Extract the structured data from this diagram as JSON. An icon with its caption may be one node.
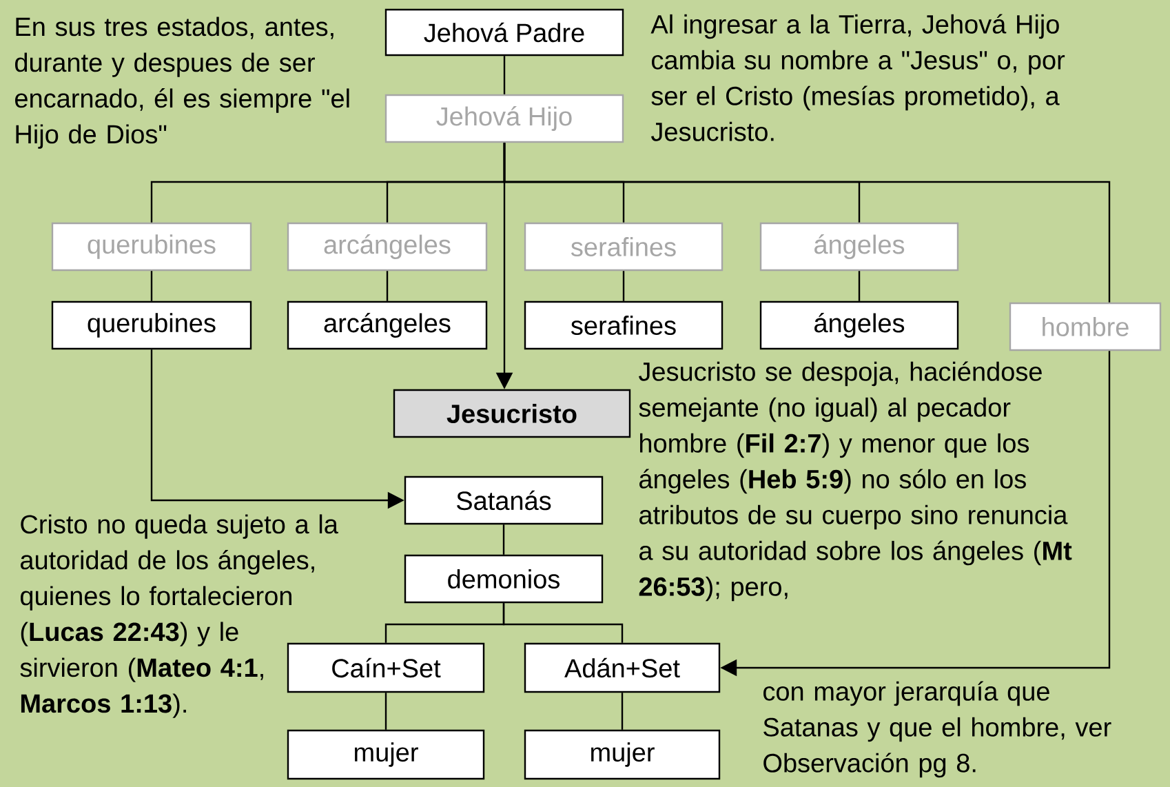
{
  "diagram": {
    "nodes": [
      {
        "text": [
          "Jehová Padre"
        ]
      },
      {
        "text": [
          "Jehová Hijo"
        ]
      },
      {
        "text": [
          "querubines"
        ]
      },
      {
        "text": [
          "arcángeles"
        ]
      },
      {
        "text": [
          "serafines"
        ]
      },
      {
        "text": [
          "ángeles"
        ]
      },
      {
        "text": [
          "querubines"
        ]
      },
      {
        "text": [
          "arcángeles"
        ]
      },
      {
        "text": [
          "serafines"
        ]
      },
      {
        "text": [
          "ángeles"
        ]
      },
      {
        "text": [
          "hombre"
        ]
      },
      {
        "text": [
          "Jesucristo"
        ]
      },
      {
        "text": [
          "Satanás"
        ]
      },
      {
        "text": [
          "demonios"
        ]
      },
      {
        "text": [
          "Caín+Set"
        ]
      },
      {
        "text": [
          "Adán+Set"
        ]
      },
      {
        "text": [
          "mujer"
        ]
      },
      {
        "text": [
          "mujer"
        ]
      }
    ],
    "edges": [
      {
        "from": 0,
        "to": 1,
        "arrow": "none"
      },
      {
        "from": 1,
        "to": 2,
        "arrow": "none"
      },
      {
        "from": 1,
        "to": 3,
        "arrow": "none"
      },
      {
        "from": 1,
        "to": 4,
        "arrow": "none"
      },
      {
        "from": 1,
        "to": 5,
        "arrow": "none"
      },
      {
        "from": 1,
        "to": 10,
        "arrow": "none"
      },
      {
        "from": 1,
        "to": 11,
        "arrow": "to"
      },
      {
        "from": 2,
        "to": 6,
        "arrow": "none"
      },
      {
        "from": 3,
        "to": 7,
        "arrow": "none"
      },
      {
        "from": 4,
        "to": 8,
        "arrow": "none"
      },
      {
        "from": 5,
        "to": 9,
        "arrow": "none"
      },
      {
        "from": 6,
        "to": 12,
        "arrow": "to"
      },
      {
        "from": 12,
        "to": 13,
        "arrow": "none"
      },
      {
        "from": 13,
        "to": 14,
        "arrow": "none"
      },
      {
        "from": 13,
        "to": 15,
        "arrow": "none"
      },
      {
        "from": 14,
        "to": 16,
        "arrow": "none"
      },
      {
        "from": 15,
        "to": 17,
        "arrow": "none"
      },
      {
        "from": 10,
        "to": 15,
        "arrow": "to"
      }
    ],
    "labels": [
      "En sus tres estados, antes, durante y despues de ser encarnado, él es siempre \"el Hijo de Dios\"",
      "Al ingresar a la Tierra, Jehová Hijo cambia su nombre a \"Jesus\" o, por ser el Cristo (mesías prometido), a Jesucristo.",
      "Jesucristo se despoja, haciéndose semejante (no igual) al pecador hombre (**Fil 2:7**) y menor que los ángeles (**Heb 5:9**) no sólo en los atributos de su cuerpo sino renuncia a su autoridad sobre los ángeles (**Mt 26:53**); pero,",
      "con mayor jerarquía que Satanas y que el hombre, ver Observación pg 8.",
      "Cristo no queda sujeto a la autoridad de los ángeles, quienes lo fortalecieron (**Lucas 22:43**) y le sirvieron (**Mateo 4:1**, **Marcos 1:13**)."
    ]
  }
}
